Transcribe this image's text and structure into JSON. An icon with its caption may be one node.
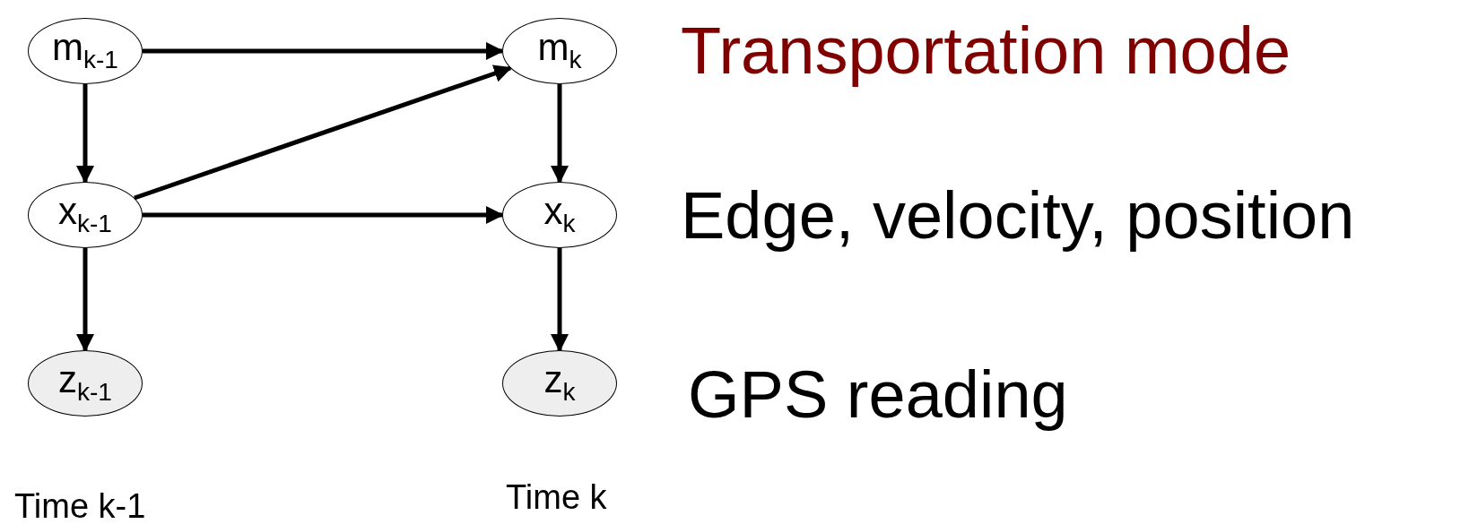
{
  "diagram": {
    "nodes": [
      {
        "text": [
          "m$_{k-1}$"
        ]
      },
      {
        "text": [
          "m$_{k}$"
        ]
      },
      {
        "text": [
          "x$_{k-1}$"
        ]
      },
      {
        "text": [
          "x$_{k}$"
        ]
      },
      {
        "text": [
          "z$_{k-1}$"
        ]
      },
      {
        "text": [
          "z$_{k}$"
        ]
      }
    ],
    "edges": [
      {
        "from": 0,
        "to": 1,
        "arrow": "to"
      },
      {
        "from": 0,
        "to": 2,
        "arrow": "to"
      },
      {
        "from": 2,
        "to": 1,
        "arrow": "to"
      },
      {
        "from": 2,
        "to": 3,
        "arrow": "to"
      },
      {
        "from": 1,
        "to": 3,
        "arrow": "to"
      },
      {
        "from": 2,
        "to": 4,
        "arrow": "to"
      },
      {
        "from": 3,
        "to": 5,
        "arrow": "to"
      }
    ],
    "labels": [
      "Transportation mode",
      "Edge, velocity, position",
      "GPS reading",
      "Time k-1",
      "Time k"
    ]
  }
}
